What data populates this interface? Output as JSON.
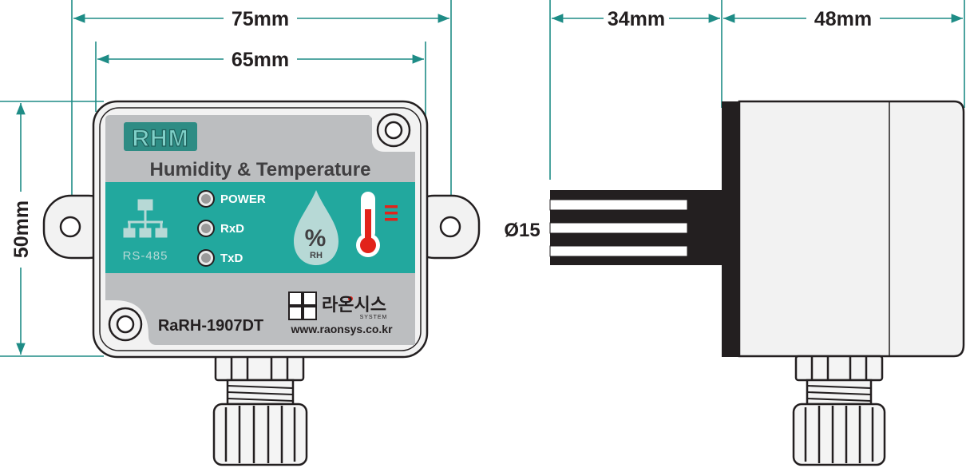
{
  "dimensions": {
    "width_outer": "75mm",
    "width_inner": "65mm",
    "height": "50mm",
    "probe_length": "34mm",
    "depth": "48mm",
    "probe_diameter": "Ø15"
  },
  "label": {
    "brand_logo": "RHM",
    "title": "Humidity & Temperature",
    "indicators": [
      "POWER",
      "RxD",
      "TxD"
    ],
    "interface": "RS-485",
    "humidity_symbol": "%",
    "humidity_unit": "RH",
    "model": "RaRH-1907DT",
    "maker_name": "라온시스",
    "maker_system": "SYSTEM",
    "website": "www.raonsys.co.kr"
  },
  "colors": {
    "dimension_line": "#1e8c86",
    "teal_band": "#22a89e",
    "label_gray": "#bcbec0",
    "housing": "#f2f2f2",
    "text_dark": "#231f20",
    "thermo_red": "#e2231a",
    "led": "#9a9a9a"
  }
}
